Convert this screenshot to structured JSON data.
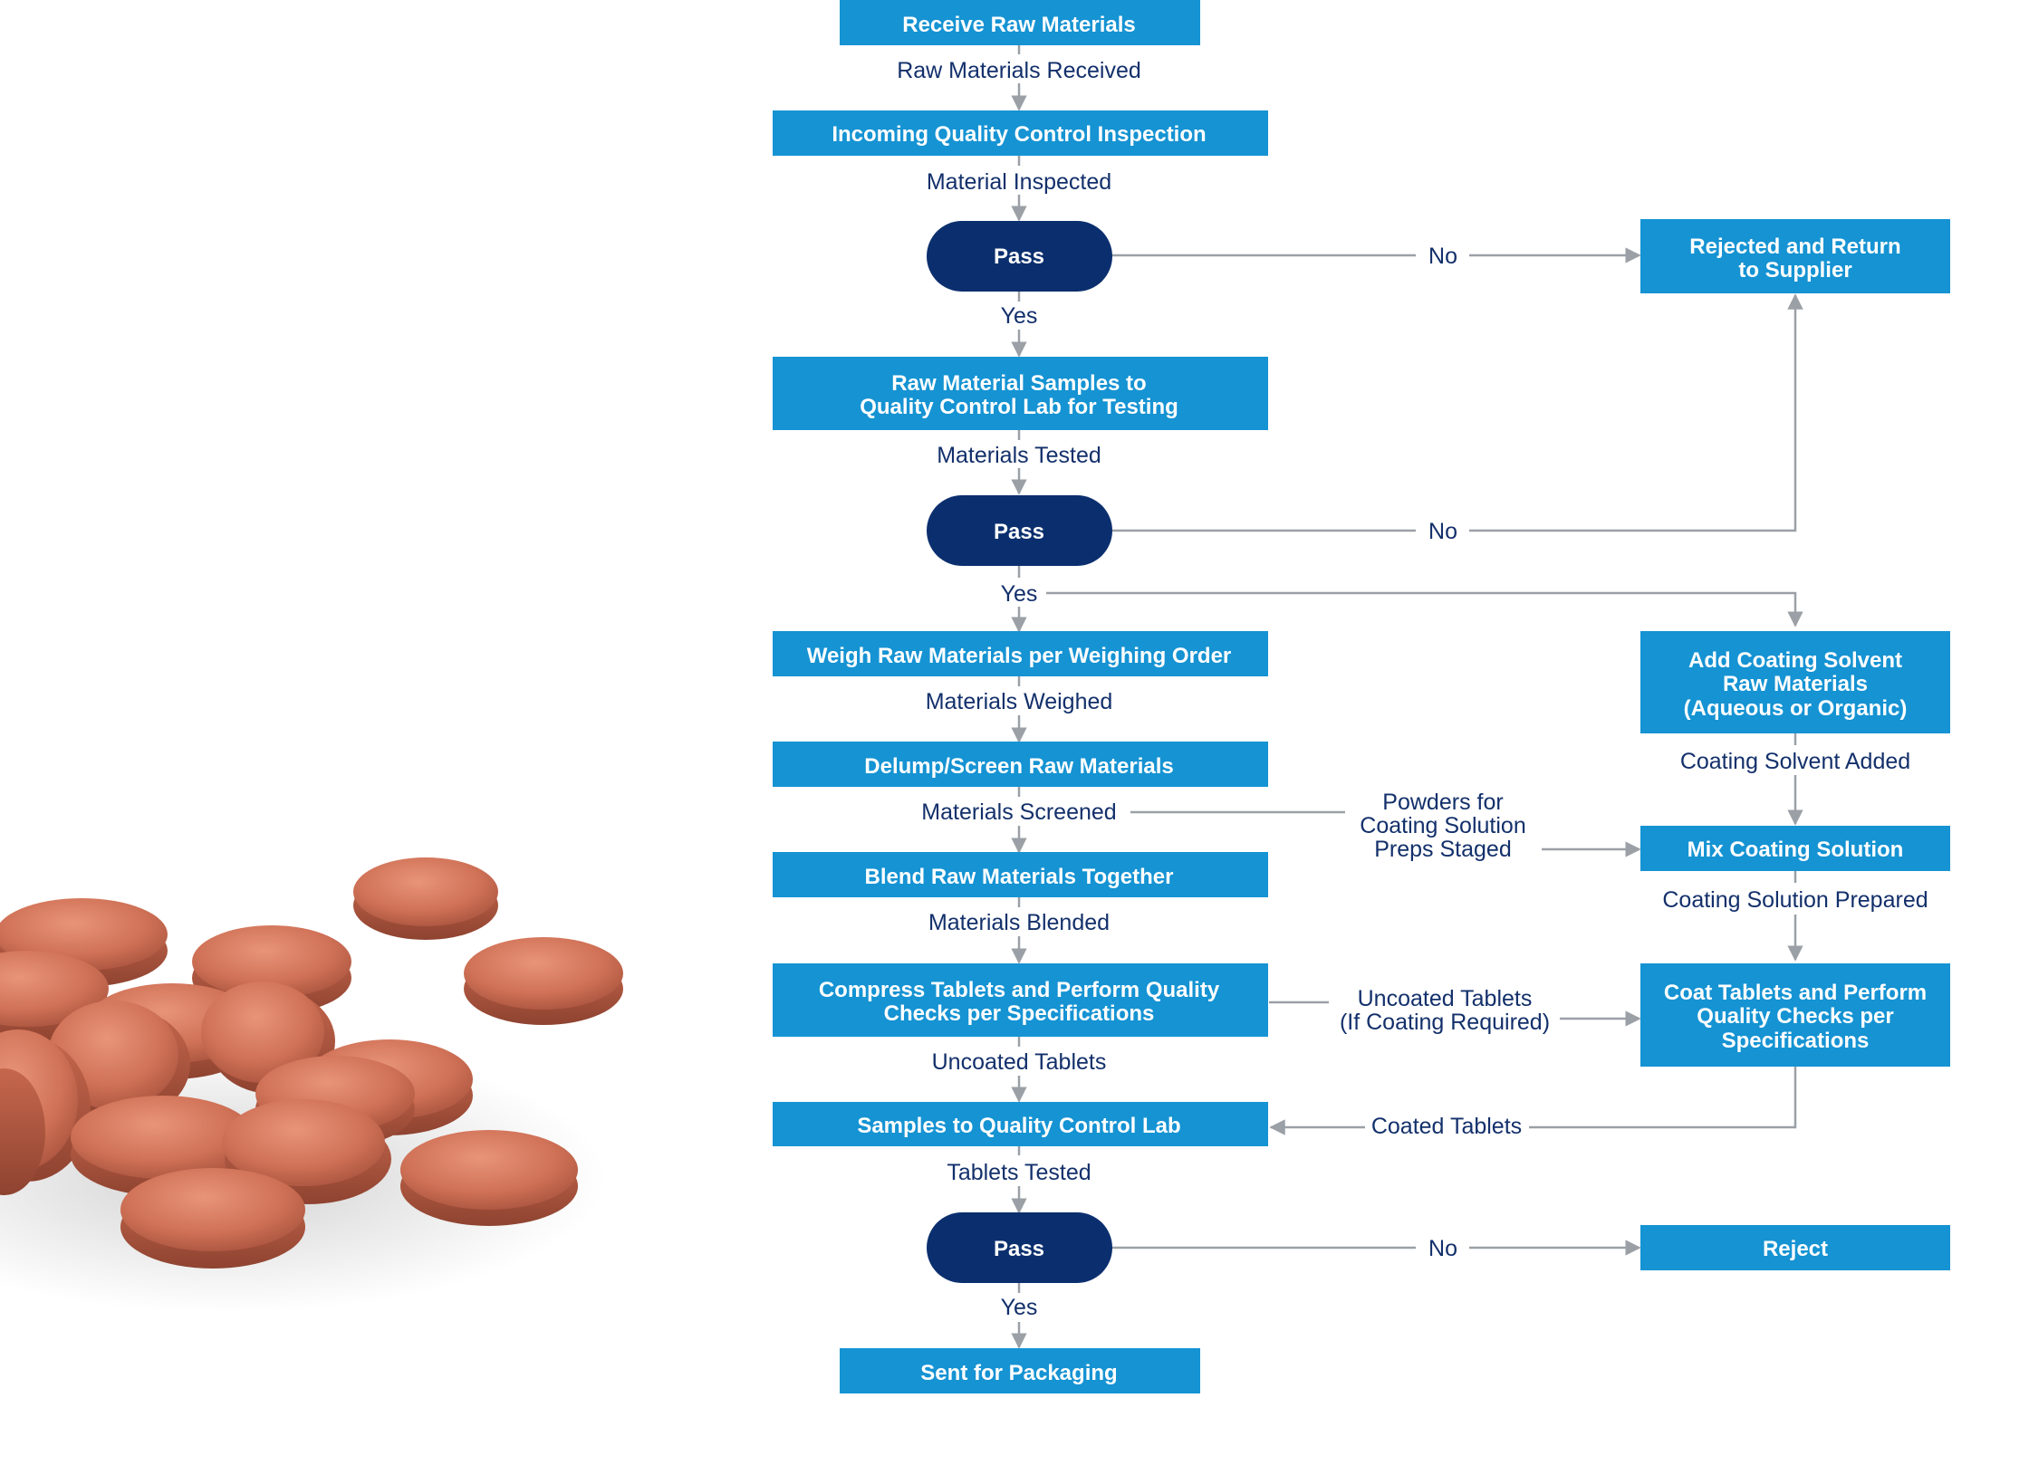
{
  "colors": {
    "process_box": "#1593d3",
    "decision_box": "#0b2f6e",
    "label_text": "#13306b",
    "connector": "#9aa0a6",
    "pill_fill": "#cf7258",
    "pill_edge": "#b65c45"
  },
  "decorative_image": "pile-of-coated-tablets",
  "boxes": {
    "receive": "Receive Raw Materials",
    "iqc": "Incoming Quality Control Inspection",
    "pass1": "Pass",
    "reject_return": [
      "Rejected and Return",
      "to Supplier"
    ],
    "samples_lab": [
      "Raw Material Samples to",
      "Quality Control Lab for Testing"
    ],
    "pass2": "Pass",
    "weigh": "Weigh Raw Materials per Weighing Order",
    "add_solvent": [
      "Add Coating Solvent",
      "Raw Materials",
      "(Aqueous or Organic)"
    ],
    "delump": "Delump/Screen Raw Materials",
    "mix_coating": "Mix Coating Solution",
    "blend": "Blend Raw Materials Together",
    "compress": [
      "Compress Tablets and Perform Quality",
      "Checks per Specifications"
    ],
    "coat": [
      "Coat Tablets and Perform",
      "Quality Checks per",
      "Specifications"
    ],
    "samples_qc": "Samples to Quality Control Lab",
    "pass3": "Pass",
    "reject": "Reject",
    "packaging": "Sent for Packaging"
  },
  "labels": {
    "raw_received": "Raw Materials Received",
    "material_inspected": "Material Inspected",
    "no1": "No",
    "yes1": "Yes",
    "materials_tested": "Materials Tested",
    "no2": "No",
    "yes2": "Yes",
    "materials_weighed": "Materials Weighed",
    "coating_solvent_added": "Coating Solvent Added",
    "materials_screened": "Materials Screened",
    "powders_staged": [
      "Powders for",
      "Coating Solution",
      "Preps Staged"
    ],
    "materials_blended": "Materials Blended",
    "coating_solution_prepared": "Coating Solution Prepared",
    "uncoated_if": [
      "Uncoated Tablets",
      "(If Coating Required)"
    ],
    "uncoated_tablets": "Uncoated Tablets",
    "coated_tablets": "Coated Tablets",
    "tablets_tested": "Tablets Tested",
    "no3": "No",
    "yes3": "Yes"
  }
}
